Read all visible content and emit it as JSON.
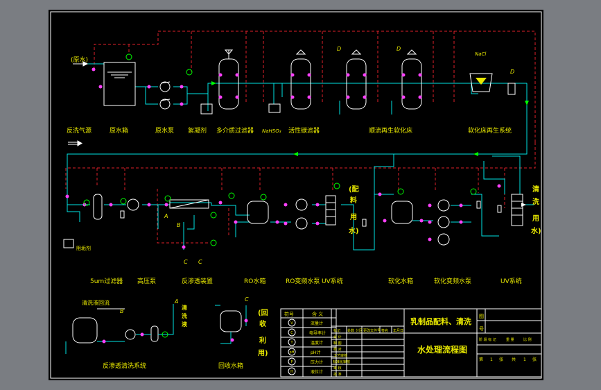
{
  "colors": {
    "background": "#7a7d82",
    "sheet": "#000000",
    "water": "#00e5e5",
    "signal": "#e0202a",
    "label": "#e8e800",
    "valve": "#ff40ff",
    "equipment": "#ffffff",
    "instrument": "#00ff00"
  },
  "row1": {
    "inlet": "(原水)",
    "labels": [
      "反洗气源",
      "原水箱",
      "原水泵",
      "絮凝剂",
      "多介质过滤器",
      "NaHSO₃",
      "活性碳滤器",
      "顺流再生软化床",
      "软化床再生系统"
    ],
    "chem": "NaCl",
    "d1": "D",
    "d2": "D",
    "d3": "D"
  },
  "row2": {
    "labels": [
      "5um过滤器",
      "高压泵",
      "反渗透装置",
      "RO水箱",
      "RO变频水泵",
      "UV系统",
      "软化水箱",
      "软化变频水泵",
      "UV系统"
    ],
    "scale": "阻垢剂",
    "out1": [
      "(配",
      "料",
      "用",
      "水)"
    ],
    "out2": [
      "清",
      "洗",
      "用",
      "水)"
    ],
    "A": "A",
    "B": "B",
    "C1": "C",
    "C2": "C"
  },
  "row3": {
    "clean_title": "清洗液回流",
    "clean_label": "反渗透清洗系统",
    "clean_side": [
      "清",
      "洗",
      "液"
    ],
    "recycle_label": "回收水箱",
    "recycle_side": [
      "(回",
      "收",
      "利",
      "用)"
    ],
    "A": "A",
    "B": "B",
    "C": "C"
  },
  "legend": {
    "header": [
      "符号",
      "含 义"
    ],
    "items": [
      "流量计",
      "电导率计",
      "温度计",
      "pH计",
      "压力计",
      "液位计"
    ],
    "symbols": [
      "V",
      "C",
      "T",
      "pH",
      "P",
      "H"
    ]
  },
  "title_block": {
    "project": "乳制品配料、清洗",
    "drawing": "水处理流程图",
    "sign_rows": [
      "设 计",
      "制 图",
      "校 对",
      "工艺审核",
      "标准化审核",
      "审 核",
      "批 准"
    ],
    "rev_row": [
      "标记",
      "处数",
      "分区",
      "更改文件号",
      "签名",
      "年月日"
    ],
    "grid_row": [
      "阶 段 标 记",
      "重 量",
      "比 例"
    ],
    "sheet": [
      "第",
      "1",
      "张",
      "共",
      "1",
      "张"
    ],
    "tu": "图",
    "hao": "号"
  }
}
